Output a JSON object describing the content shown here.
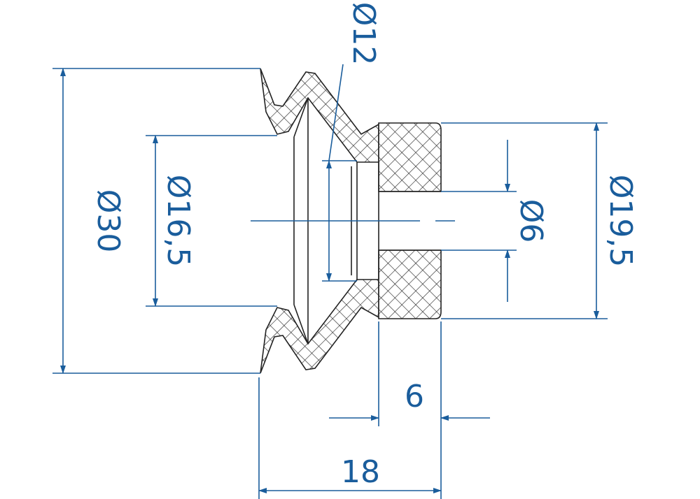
{
  "title": "",
  "colors": {
    "dimension": "#1a5d9c",
    "outline": "#222222",
    "hatch": "#2b2b2b",
    "background": "#ffffff"
  },
  "dimensions": {
    "outer_diameter": "Ø30",
    "inner_lip_diameter": "Ø16,5",
    "bellows_inner_diameter": "Ø12",
    "bore_diameter": "Ø6",
    "fitting_diameter": "Ø19,5",
    "fitting_length": "6",
    "overall_length": "18"
  }
}
